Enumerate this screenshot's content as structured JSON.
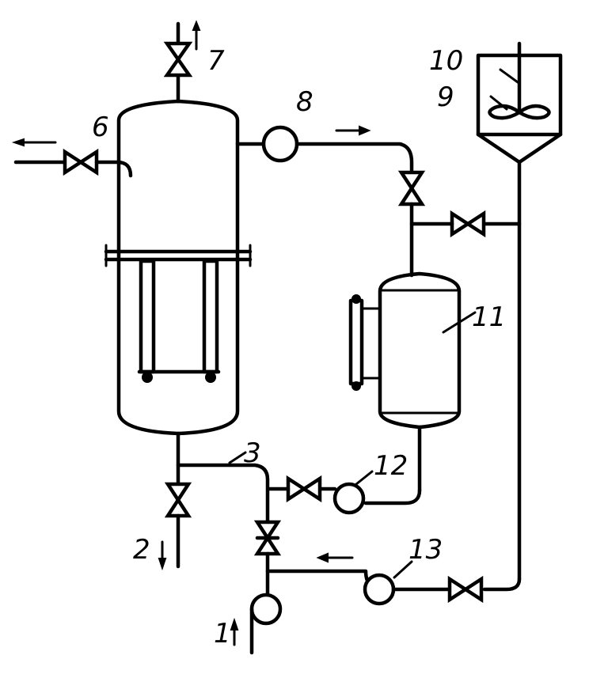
{
  "labels": {
    "l1": "1",
    "l2": "2",
    "l3": "3",
    "l6": "6",
    "l7": "7",
    "l8": "8",
    "l9": "9",
    "l10": "10",
    "l11": "11",
    "l12": "12",
    "l13": "13"
  }
}
